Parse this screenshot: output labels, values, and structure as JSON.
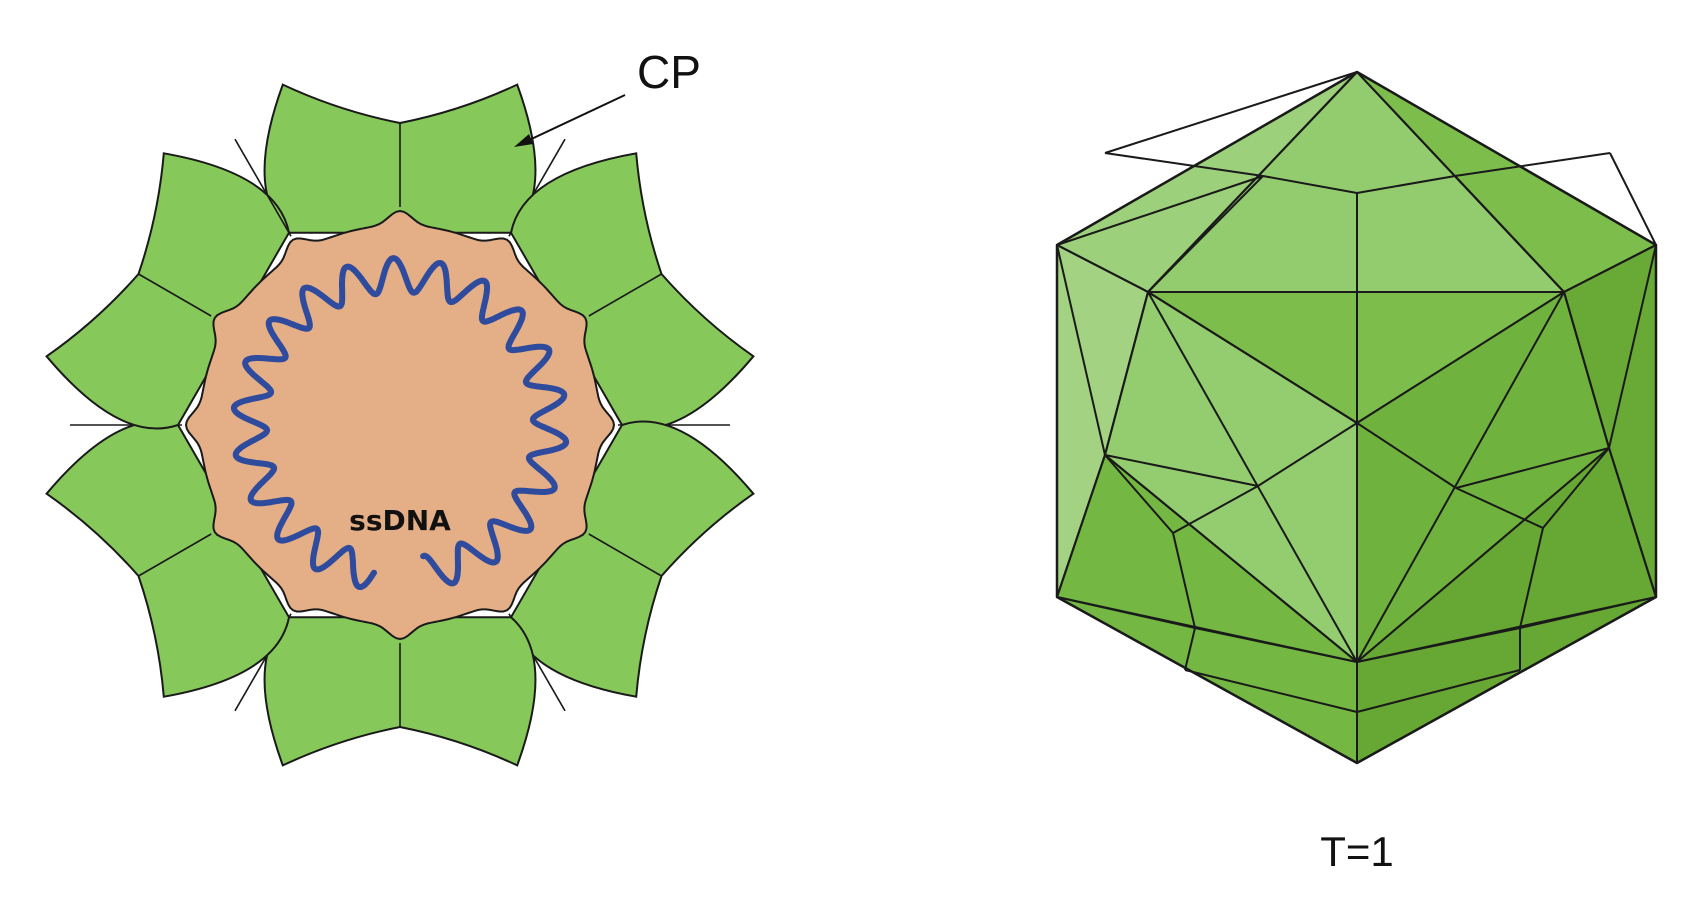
{
  "labels": {
    "coat_protein": "CP",
    "genome": "ssDNA",
    "triangulation": "T=1"
  },
  "colors": {
    "capsid_green": "#86c95a",
    "capsid_light": "#9dd07a",
    "capsid_mid": "#7cbd4c",
    "capsid_dark": "#68aa35",
    "interior": "#e4ae86",
    "dna": "#2e4b9e",
    "outline": "#1a1a1a"
  }
}
